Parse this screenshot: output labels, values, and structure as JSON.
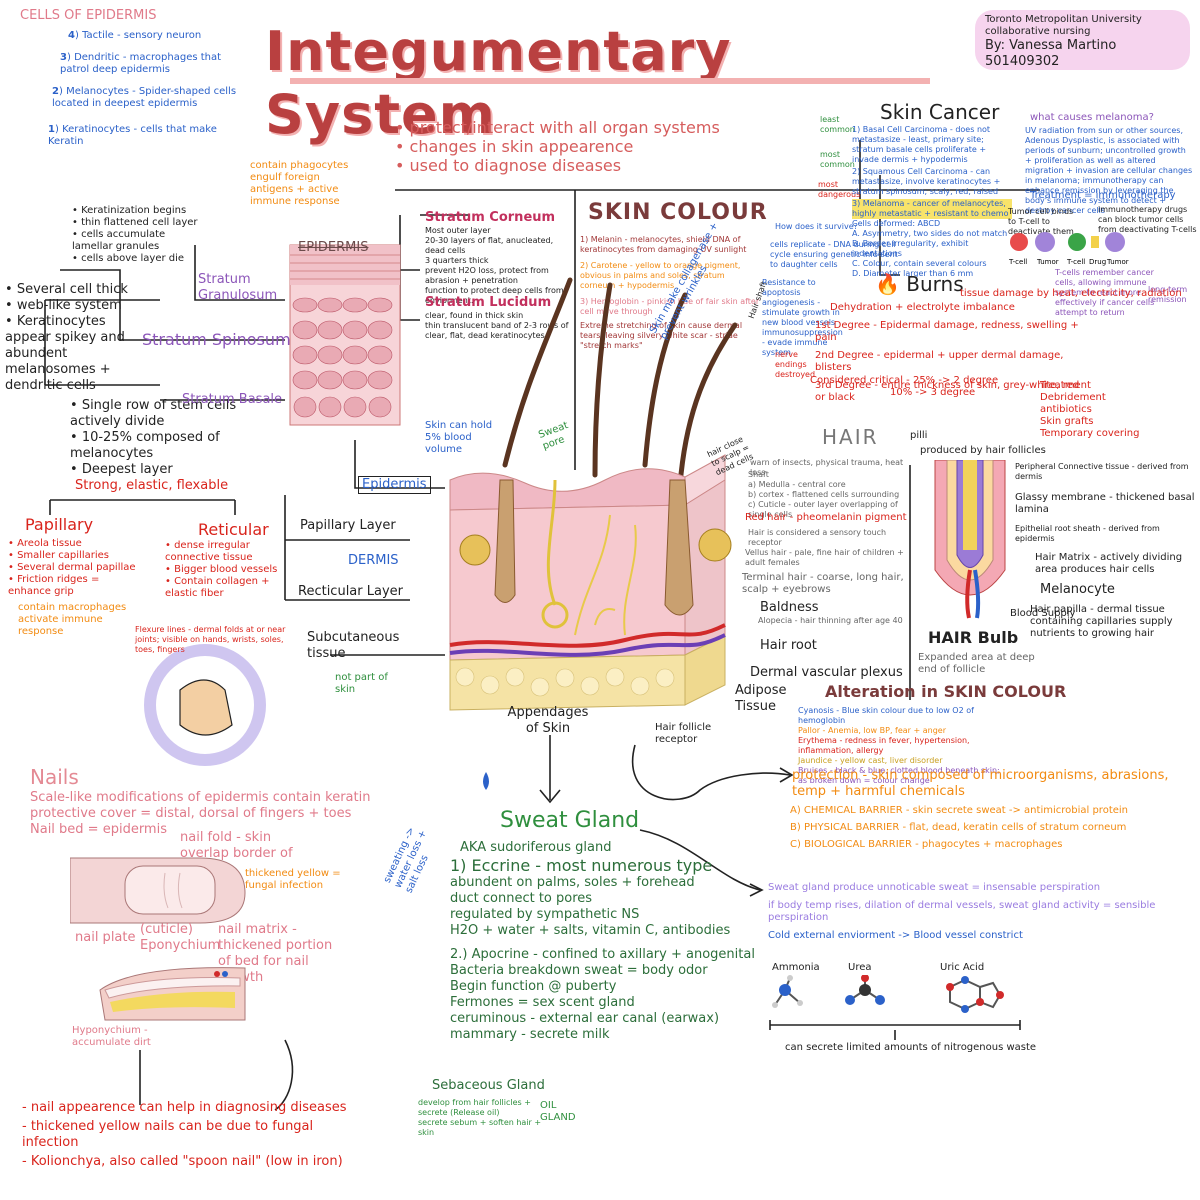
{
  "title": "Integumentary System",
  "author": {
    "school": "Toronto Metropolitan University",
    "program": "collaborative nursing",
    "by": "By: Vanessa Martino",
    "id": "501409302"
  },
  "cells_header": "CELLS OF EPIDERMIS",
  "cells": [
    {
      "num": "4",
      "name": "Tactile",
      "desc": "sensory neuron"
    },
    {
      "num": "3",
      "name": "Dendritic",
      "desc": "macrophages that patrol deep epidermis"
    },
    {
      "num": "2",
      "name": "Melanocytes",
      "desc": "Spider-shaped cells located in deepest epidermis"
    },
    {
      "num": "1",
      "name": "Keratinocytes",
      "desc": "cells that make Keratin"
    }
  ],
  "dendritic_note": "contain phagocytes engulf foreign antigens + active immune response",
  "functions": [
    "protect/interact with all organ systems",
    "changes in skin appearence",
    "used to diagnose diseases"
  ],
  "granulosum": {
    "label": "Stratum Granulosum",
    "facts": [
      "Keratinization begins",
      "thin flattened cell layer",
      "cells accumulate lamellar granules",
      "cells above layer die"
    ]
  },
  "spinosum": {
    "label": "Stratum Spinosum",
    "facts": [
      "Several cell thick",
      "web-like system",
      "Keratinocytes appear spikey and abundent melanosomes + dendritic cells"
    ]
  },
  "basale": {
    "label": "Stratum Basale",
    "facts": [
      "Single row of stem cells actively divide",
      "10-25% composed of melanocytes",
      "Deepest layer"
    ]
  },
  "epidermis_label": "EPIDERMIS",
  "corneum": {
    "label": "Stratum Corneum",
    "facts": [
      "Most outer layer",
      "20-30 layers of flat, anucleated, dead cells",
      "3 quarters thick",
      "prevent H2O loss, protect from abrasion + penetration",
      "function to protect deep cells from enviorment."
    ]
  },
  "lucidum": {
    "label": "Stratum Lucidum",
    "facts": [
      "clear, found in thick skin",
      "thin translucent band of 2-3 rows of clear, flat, dead keratinocytes"
    ]
  },
  "skin_colour": {
    "label": "SKIN COLOUR",
    "items": [
      "1) Melanin - melanocytes, shield DNA of keratinocytes from damaging UV sunlight",
      "2) Carotene - yellow to orange pigment, obvious in palms and soles, stratum corneum + hypodermis",
      "3) Hemoglobin - pinkish hue of fair skin after cell move through",
      "Extreme stretching of skin cause dermal tears, leaving silvery white scar - striae \"stretch marks\""
    ]
  },
  "skin_cancer": {
    "label": "Skin Cancer",
    "items": [
      "1) Basal Cell Carcinoma - does not metastasize - least, primary site; stratum basale cells proliferate + invade dermis + hypodermis",
      "2) Squamous Cell Carcinoma - can metastasize, involve keratinocytes + stratum spinosum; scaly, red, raised",
      "3) Melanoma - cancer of melanocytes, highly metastatic + resistant to chemo",
      "Cells deformed: ABCD",
      "A. Asymmetry, two sides do not match",
      "B. Border irregularity, exhibit indentations",
      "C. Colour, contain several colours",
      "D. Diameter larger than 6 mm"
    ],
    "tags": [
      "least common",
      "most common",
      "most dangerous"
    ],
    "survive": "How does it survive?",
    "replicate": "cells replicate - DNA during cell cycle ensuring genetic info sent to daughter cells",
    "resistance": [
      "Resistance to apoptosis",
      "angiogenesis - stimulate growth in new blood vessels",
      "immunosuppression - evade immune system"
    ],
    "melanoma_q": "what causes melanoma?",
    "melanoma_a": "UV radiation from sun or other sources, Adenous Dysplastic, is associated with periods of sunburn; uncontrolled growth + proliferation as well as altered migration + invasion are cellular changes in melanoma; immunotherapy can enhance remission by leveraging the body's immune system to detect + destroy cancer cells",
    "treatment": "Treatment = immunotherapy",
    "tcell_note": "Tumor cell binds to T-cell to deactivate them",
    "drug_note": "immunotherapy drugs can block tumor cells from deactivating T-cells",
    "remember": "T-cells remember cancer cells, allowing immune system to react more effectively if cancer cells attempt to return",
    "remission": "long-term remission",
    "tcell_labels": [
      "T-cell",
      "Tumor",
      "T-cell",
      "Drug",
      "Tumor"
    ]
  },
  "burns": {
    "label": "Burns",
    "desc": "tissue damage by heat, electricity, radiation",
    "effect": "Dehydration + electrolyte imbalance",
    "degrees": [
      "1st Degree - Epidermal damage, redness, swelling + pain",
      "2nd Degree - epidermal + upper dermal damage, blisters",
      "3rd Degree - entire thickness of skin, grey-white, red or black"
    ],
    "nerve": "nerve endings destroyed",
    "critical": [
      "Considered critical - 25% -> 2 degree",
      "10% -> 3 degree"
    ],
    "treatment_label": "Treatment",
    "treatment": [
      "Debridement",
      "antibiotics",
      "Skin grafts",
      "Temporary covering"
    ]
  },
  "hair": {
    "label": "HAIR",
    "pilli": "pilli",
    "produced": "produced by hair follicles",
    "close": "hair close to scalp = dead cells",
    "why": "warn of insects, physical trauma, heat loss",
    "parts": [
      "Shaft",
      "a) Medulla - central core",
      "b) cortex - flattened cells surrounding",
      "c) Cuticle - outer layer overlapping of single cells"
    ],
    "red": "Red hair - pheomelanin pigment",
    "sensory": "Hair is considered a sensory touch receptor",
    "vellus": "Vellus hair - pale, fine hair of children + adult females",
    "terminal": "Terminal hair - coarse, long hair, scalp + eyebrows",
    "baldness": "Baldness",
    "alopecia": "Alopecia - hair thinning after age 40",
    "bulb_labels": [
      "Peripheral Connective tissue - derived from dermis",
      "Glassy membrane - thickened basal lamina",
      "Epithelial root sheath - derived from epidermis",
      "Hair Matrix - actively dividing area produces hair cells",
      "Melanocyte",
      "Hair papilla - dermal tissue containing capillaries supply nutrients to growing hair",
      "Blood Supply"
    ],
    "bulb_title": "HAIR Bulb",
    "bulb_desc": "Expanded area at deep end of follicle"
  },
  "diagram_labels": {
    "sweat_pore": "Sweat pore",
    "hair_shaft": "Hair shaft",
    "epidermis": "Epidermis",
    "papillary_layer": "Papillary Layer",
    "dermis": "DERMIS",
    "reticular_layer": "Recticular Layer",
    "subcutaneous": "Subcutaneous tissue",
    "not_part": "not part of skin",
    "hair_root": "Hair root",
    "dermal_plexus": "Dermal vascular plexus",
    "adipose": "Adipose Tissue",
    "appendages": "Appendages of Skin",
    "receptor": "Hair follicle receptor",
    "collagen": "Skin make collagenase + prevent wrinkles",
    "skin_hold": "Skin can hold 5% blood volume"
  },
  "dermis": {
    "strong": "Strong, elastic, flexable",
    "papillary": "Papillary",
    "papillary_facts": [
      "Areola tissue",
      "Smaller capillaries",
      "Several dermal papillae",
      "Friction ridges = enhance grip"
    ],
    "reticular": "Reticular",
    "reticular_facts": [
      "dense irregular connective tissue",
      "Bigger blood vessels",
      "Contain collagen + elastic fiber"
    ],
    "macrophages": "contain macrophages activate immune response",
    "flexure": "Flexure lines - dermal folds at or near joints; visible on hands, wrists, soles, toes, fingers"
  },
  "colour_change": {
    "label": "Alteration in SKIN COLOUR",
    "items": [
      "Cyanosis - Blue skin colour due to low O2 of hemoglobin",
      "Pallor - Anemia, low BP, fear + anger",
      "Erythema - redness in fever, hypertension, inflammation, allergy",
      "Jaundice - yellow cast, liver disorder",
      "Bruises - black & blue, clotted blood beneath skin; as broken down = colour change"
    ]
  },
  "protection": {
    "label": "protection - skin composed of microorganisms, abrasions, temp + harmful chemicals",
    "barriers": [
      "A) CHEMICAL BARRIER - skin secrete sweat -> antimicrobial protein",
      "B) PHYSICAL BARRIER - flat, dead, keratin cells of stratum corneum",
      "C) BIOLOGICAL BARRIER - phagocytes + macrophages"
    ]
  },
  "sweat": {
    "label": "Sweat Gland",
    "aka": "AKA sudoriferous gland",
    "eccrine": "1) Eccrine - most numerous type",
    "eccrine_facts": [
      "abundent on palms, soles + forehead",
      "duct connect to pores",
      "regulated by sympathetic NS",
      "H2O + water + salts, vitamin C, antibodies"
    ],
    "apocrine": "2.) Apocrine - confined to axillary + anogenital",
    "apocrine_facts": [
      "Bacteria breakdown sweat = body odor",
      "Begin function @ puberty",
      "Fermones = sex scent gland"
    ],
    "ceruminous": "ceruminous - external ear canal (earwax)",
    "mammary": "mammary - secrete milk",
    "loss": "sweating -> water loss + salt loss",
    "sebaceous": "Sebaceous Gland",
    "sebaceous_facts": [
      "develop from hair follicles + secrete (Release oil)",
      "secrete sebum + soften hair + skin"
    ],
    "oil": "OIL GLAND",
    "insensible": "Sweat gland produce unnoticable sweat = insensable perspiration",
    "sensible": "if body temp rises, dilation of dermal vessels, sweat gland activity = sensible perspiration",
    "cold": "Cold external enviorment -> Blood vessel constrict",
    "molecules": [
      "Ammonia",
      "Urea",
      "Uric Acid"
    ],
    "waste": "can secrete limited amounts of nitrogenous waste"
  },
  "nails": {
    "label": "Nails",
    "facts": [
      "Scale-like modifications of epidermis contain keratin",
      "protective cover = distal, dorsal of fingers + toes",
      "Nail bed = epidermis"
    ],
    "fold": "nail fold - skin overlap border of nail",
    "yellow": "thickened yellow = fungal infection",
    "plate": "nail plate",
    "cuticle": "(cuticle) Eponychium",
    "matrix": "nail matrix - thickened portion of bed for nail growth",
    "hyponychium": "Hyponychium - accumulate dirt",
    "notes": [
      "nail appearence can help in diagnosing diseases",
      "thickened yellow nails can be due to fungal infection",
      "Kolionchya, also called \"spoon nail\" (low in iron)"
    ]
  },
  "palette": {
    "title": "#b94040",
    "red": "#d9241c",
    "blue": "#2b61c9",
    "purple": "#8c56b9",
    "orange": "#f28b12",
    "green": "#2f8f3e"
  }
}
